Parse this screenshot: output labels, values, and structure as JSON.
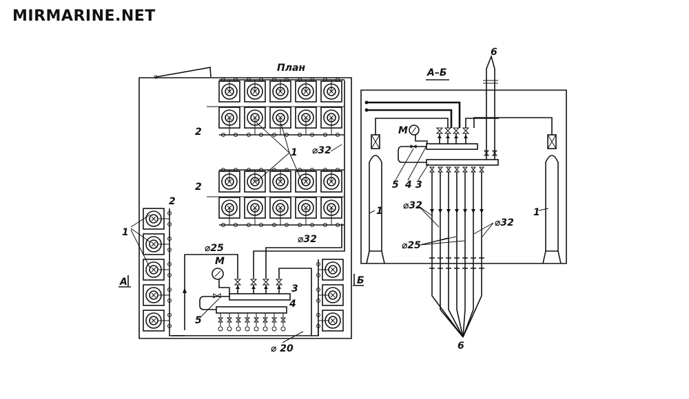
{
  "site": {
    "watermark": "MIRMARINE.NET"
  },
  "plan": {
    "title": "План",
    "labels": {
      "cylinder": "1",
      "rack": "2",
      "manifold_upper": "3",
      "manifold_lower": "4",
      "valve": "5",
      "gauge": "M",
      "pipe_32": "⌀32",
      "pipe_25": "⌀25",
      "pipe_20": "⌀ 20",
      "section_a": "А",
      "section_b": "Б"
    },
    "groups": [
      {
        "name": "top-rack",
        "rows": 2,
        "cols": 5
      },
      {
        "name": "middle-rack",
        "rows": 2,
        "cols": 5
      },
      {
        "name": "left-rack",
        "rows": 5,
        "cols": 1
      },
      {
        "name": "right-rack",
        "rows": 3,
        "cols": 1
      }
    ],
    "outlet_valves": 8
  },
  "section": {
    "title": "А–Б",
    "labels": {
      "cylinder_left": "1",
      "cylinder_right": "1",
      "manifold_3": "3",
      "manifold_4": "4",
      "valve_5": "5",
      "gauge": "M",
      "pipe_32_left": "⌀32",
      "pipe_32_right": "⌀32",
      "pipe_25": "⌀25",
      "outlet_top": "6",
      "outlet_bottom": "6"
    },
    "distribution_pipes": 7
  }
}
